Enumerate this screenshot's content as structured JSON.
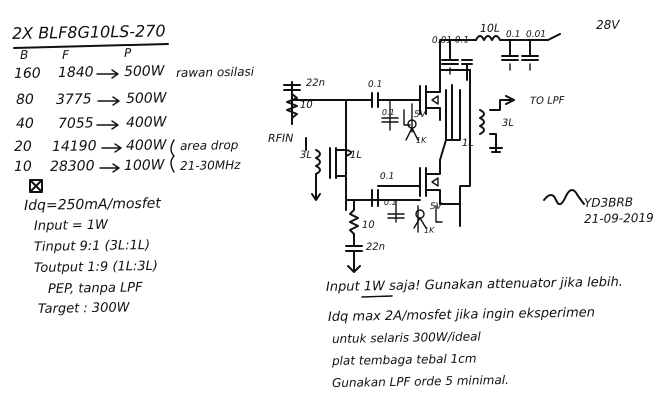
{
  "header": {
    "device": "2X BLF8G10LS-270",
    "col_b": "B",
    "col_f": "F",
    "col_p": "P"
  },
  "band_table": [
    {
      "b": "160",
      "f": "1840",
      "p": "500W",
      "note": "rawan osilasi"
    },
    {
      "b": "80",
      "f": "3775",
      "p": "500W",
      "note": ""
    },
    {
      "b": "40",
      "f": "7055",
      "p": "400W",
      "note": ""
    },
    {
      "b": "20",
      "f": "14190",
      "p": "400W",
      "note": "area drop"
    },
    {
      "b": "10",
      "f": "28300",
      "p": "100W",
      "note": "21-30MHz"
    }
  ],
  "specs": [
    "Idq=250mA/mosfet",
    "Input = 1W",
    "Tinput 9:1 (3L:1L)",
    "Toutput 1:9 (1L:3L)",
    "PEP, tanpa LPF",
    "Target : 300W"
  ],
  "schematic_labels": {
    "vdd": "28V",
    "choke": "10L",
    "cap_001_pair": "0.01 0.1",
    "cap_01": "0.1",
    "cap_001": "0.01",
    "to_lpf": "TO LPF",
    "rfin": "RFIN",
    "r_top_22": "22n",
    "r_top_10": "10",
    "r_bot_10": "10",
    "r_bot_22": "22n",
    "c_gate_top": "0.1",
    "c_gate_bot": "0.1",
    "small_01_a": "0.1",
    "small_01_b": "0.1",
    "bias_5v_top": "5V",
    "bias_5v_bot": "5V",
    "pot_top": "1K",
    "pot_bot": "1K",
    "tin_3l": "3L",
    "tin_1l": "1L",
    "tout_1l": "1L",
    "tout_3l": "3L"
  },
  "signature": {
    "callsign": "YD3BRB",
    "date": "21-09-2019"
  },
  "notes": [
    "Input 1W saja! Gunakan attenuator jika lebih.",
    "Idq max 2A/mosfet jika ingin eksperimen",
    "untuk selaris 300W/ideal",
    "plat tembaga tebal 1cm",
    "Gunakan LPF orde 5 minimal."
  ]
}
